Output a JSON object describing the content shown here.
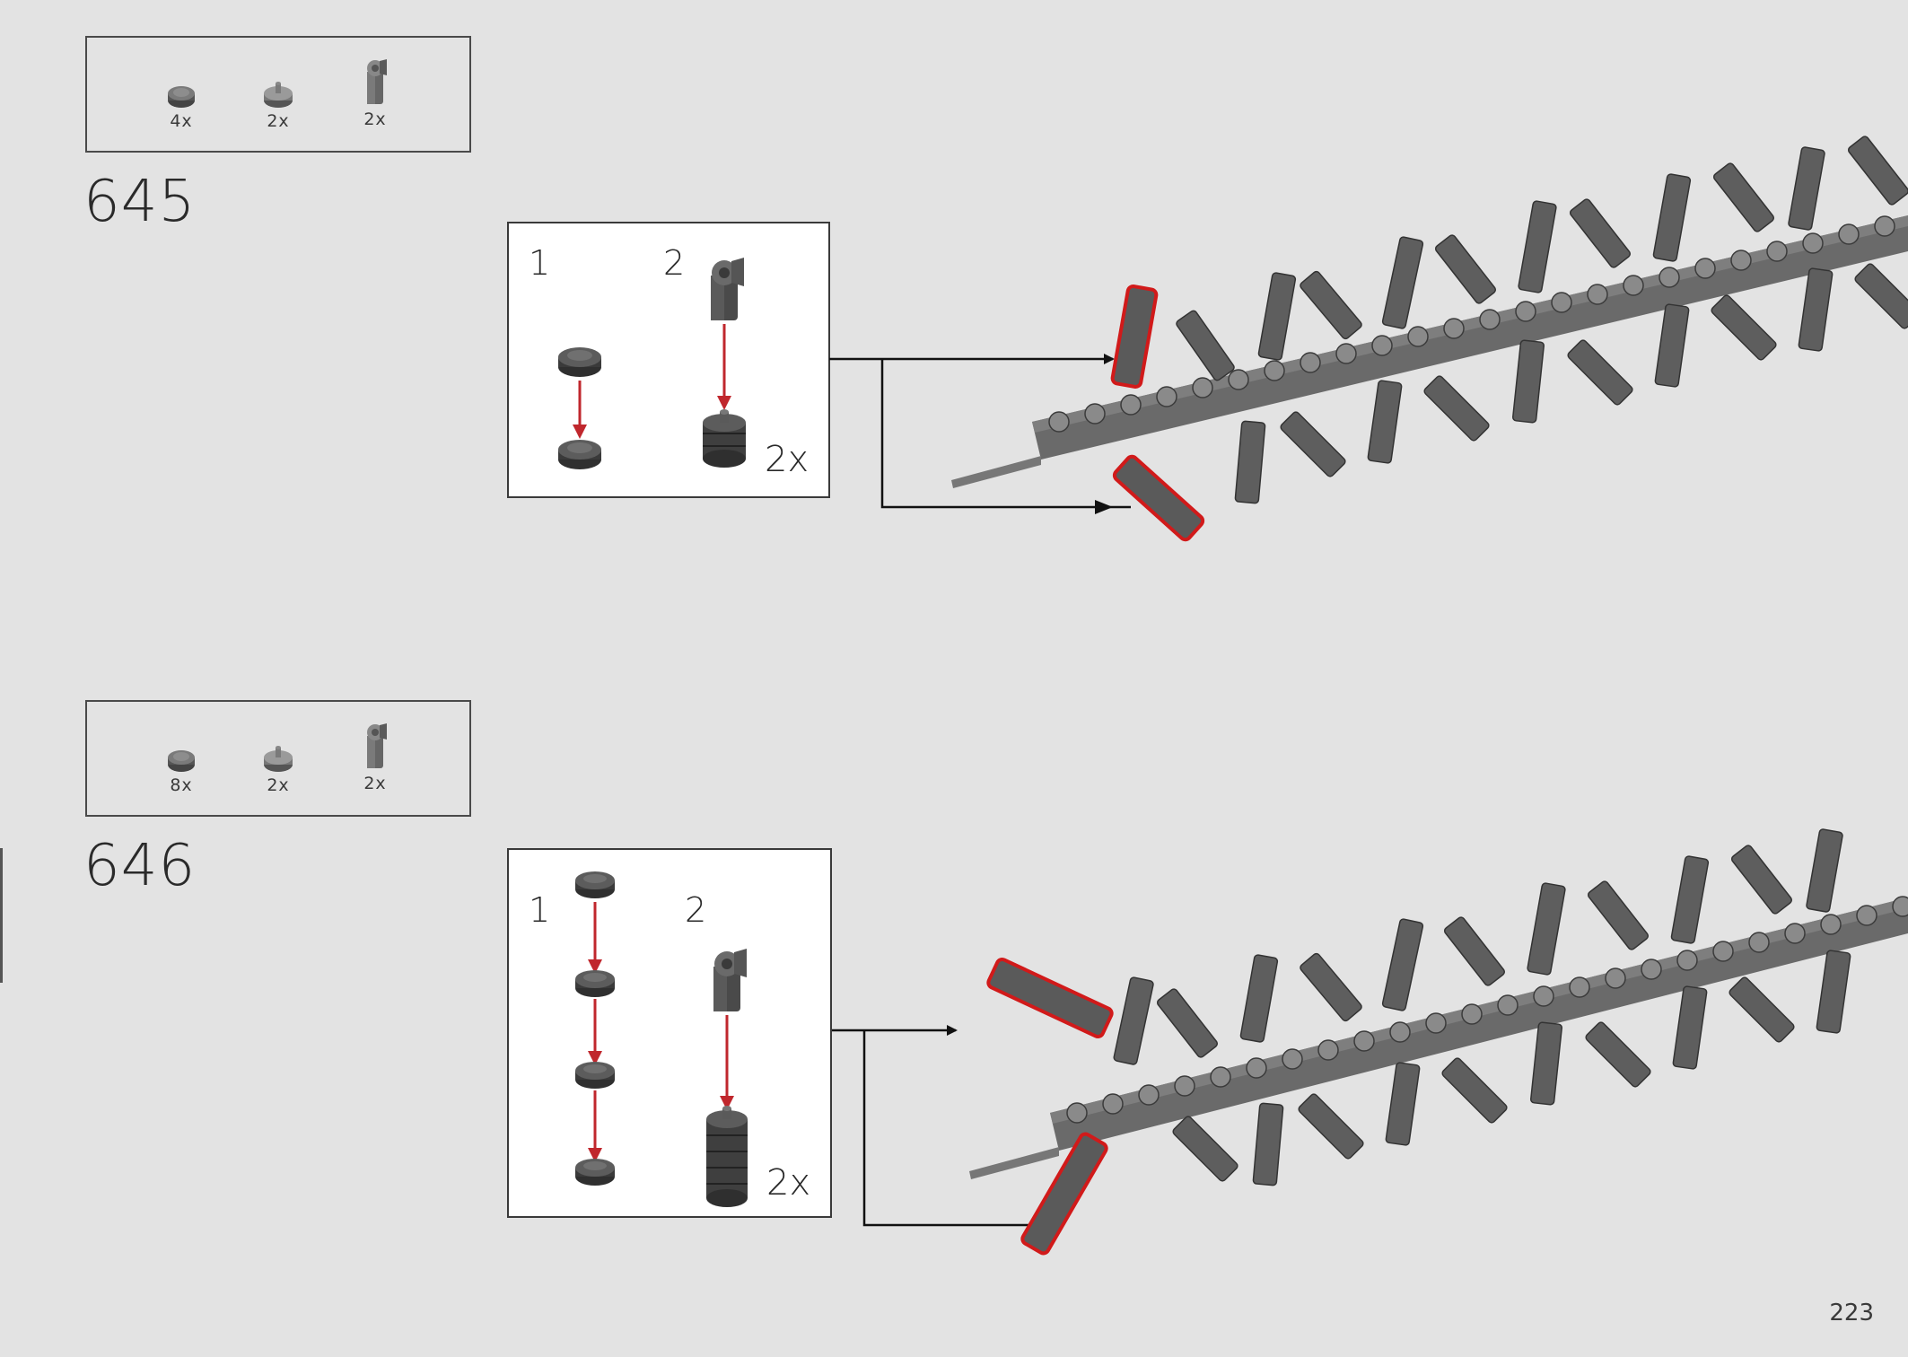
{
  "page": {
    "number": "223"
  },
  "steps": [
    {
      "number": "645",
      "parts": [
        {
          "icon": "round-plate-1x1-icon",
          "qty": "4x"
        },
        {
          "icon": "round-plate-with-bar-icon",
          "qty": "2x"
        },
        {
          "icon": "clip-bar-holder-icon",
          "qty": "2x"
        }
      ],
      "subassembly": {
        "label_1": "1",
        "label_2": "2",
        "qty": "2x"
      }
    },
    {
      "number": "646",
      "parts": [
        {
          "icon": "round-plate-1x1-icon",
          "qty": "8x"
        },
        {
          "icon": "round-plate-with-bar-icon",
          "qty": "2x"
        },
        {
          "icon": "clip-bar-holder-icon",
          "qty": "2x"
        }
      ],
      "subassembly": {
        "label_1": "1",
        "label_2": "2",
        "qty": "2x"
      }
    }
  ],
  "colors": {
    "background": "#e3e3e3",
    "part_gray": "#5f5f5f",
    "highlight_red": "#d11a1a",
    "arrow_red": "#c0272d"
  }
}
